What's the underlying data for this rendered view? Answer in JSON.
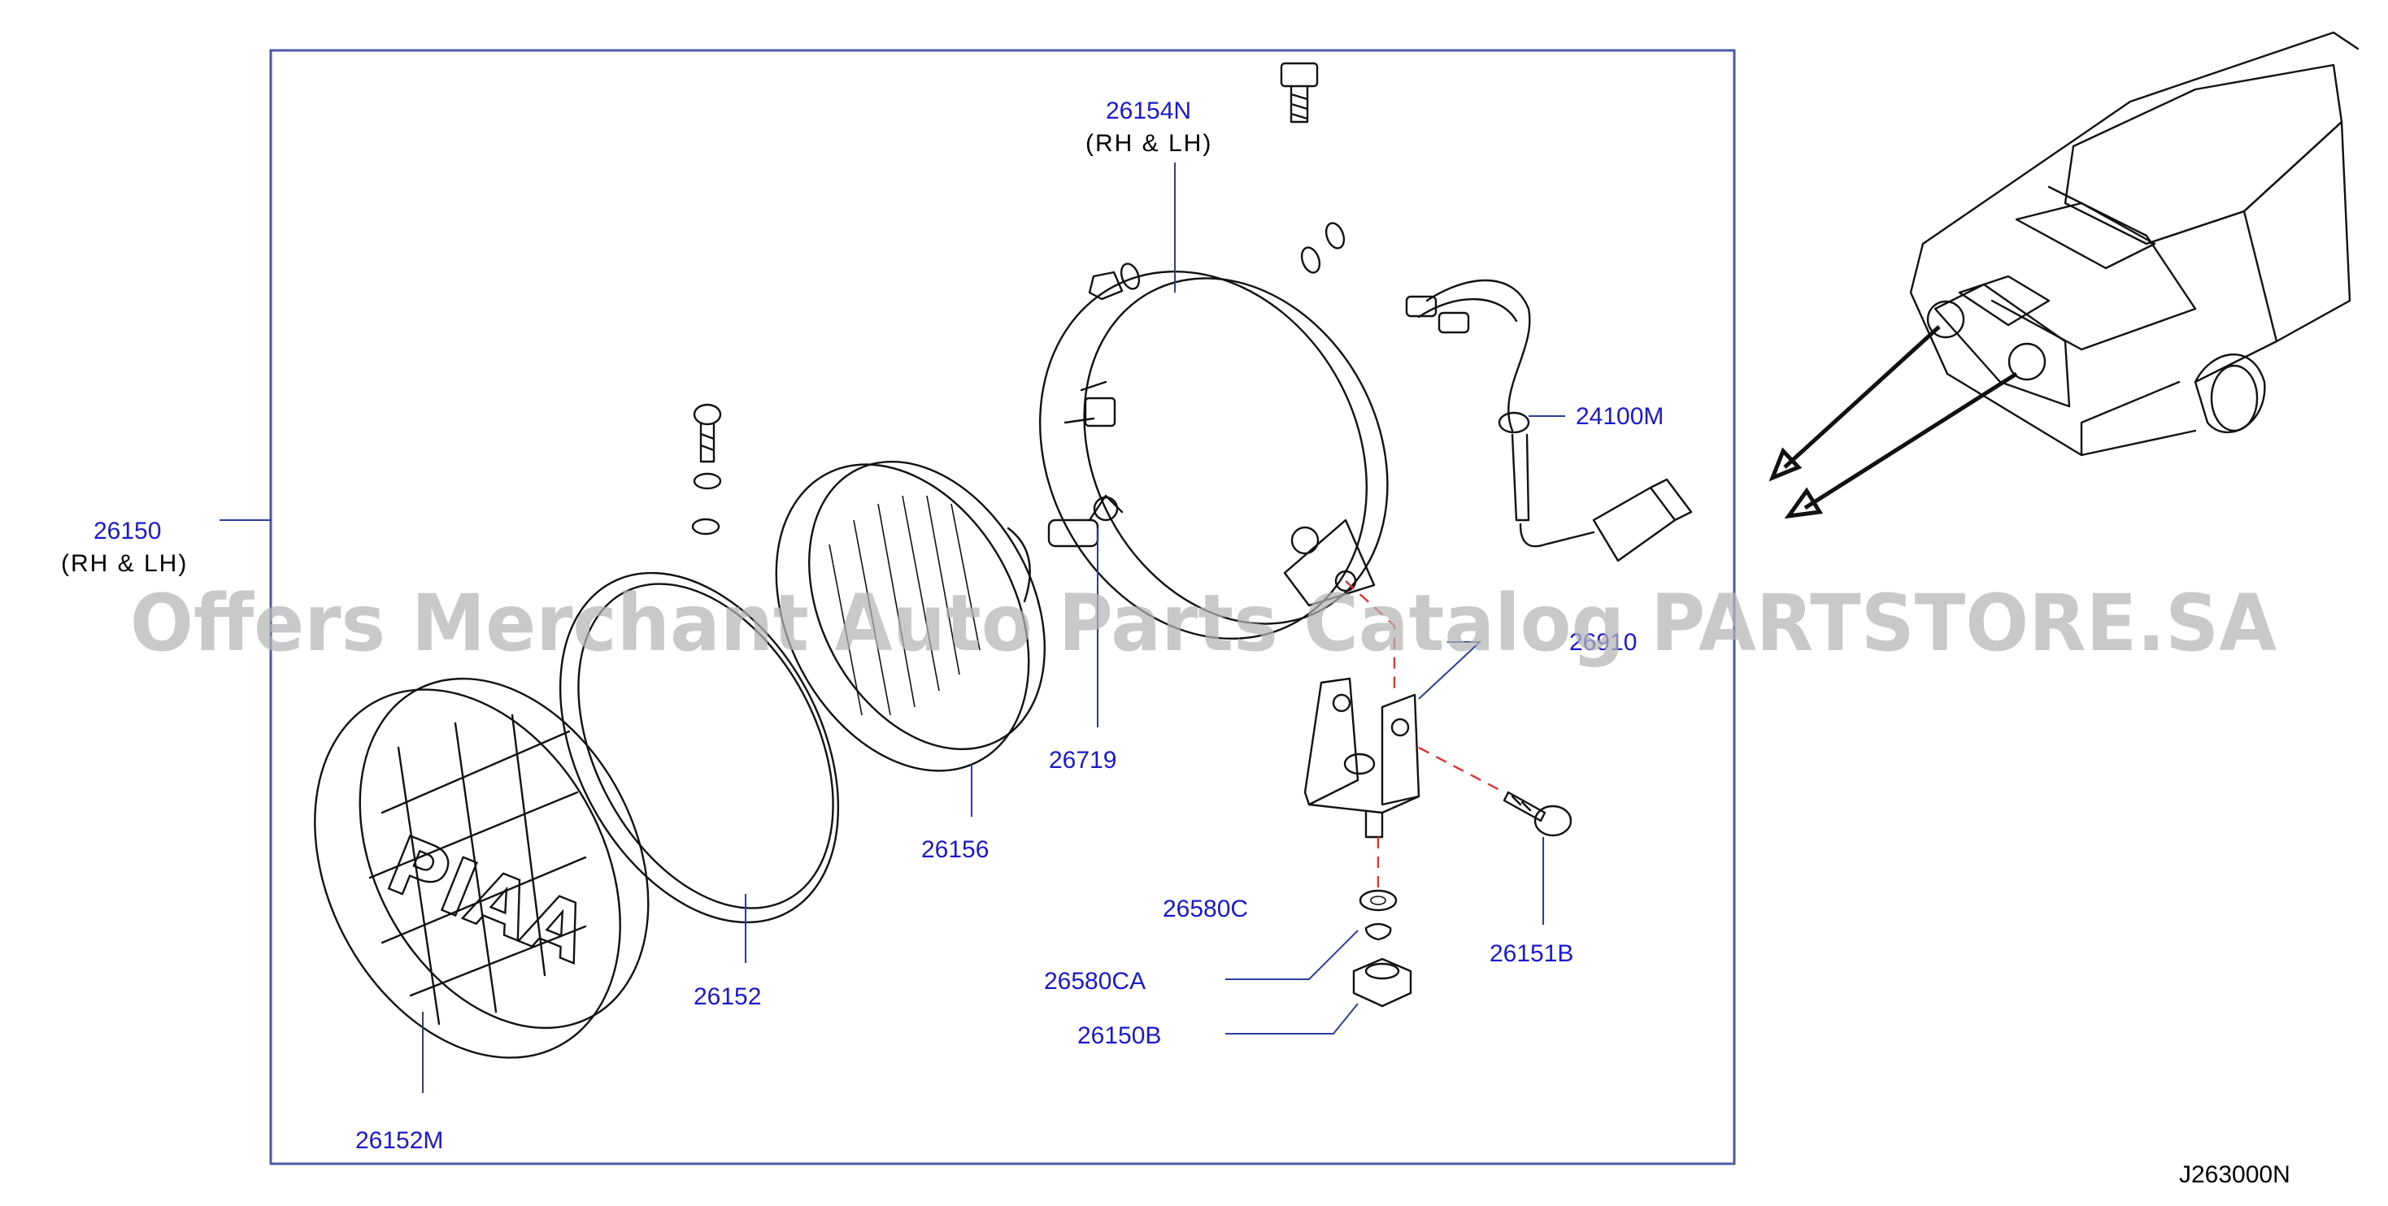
{
  "diagram": {
    "frame_color": "#4a5aa8",
    "callout_color": "#1a1acc",
    "watermark": "Offers Merchant Auto Parts Catalog PARTSTORE.SA",
    "reference_code": "J263000N",
    "callouts": {
      "c26150": "26150",
      "c26150_note": "(RH  &  LH)",
      "c26154N": "26154N",
      "c26154N_note": "(RH  &  LH)",
      "c24100M": "24100M",
      "c26910": "26910",
      "c26719": "26719",
      "c26156": "26156",
      "c26152": "26152",
      "c26152M": "26152M",
      "c26580C": "26580C",
      "c26580CA": "26580CA",
      "c26150B": "26150B",
      "c26151B": "26151B"
    },
    "cover_logo": "PIAA"
  }
}
